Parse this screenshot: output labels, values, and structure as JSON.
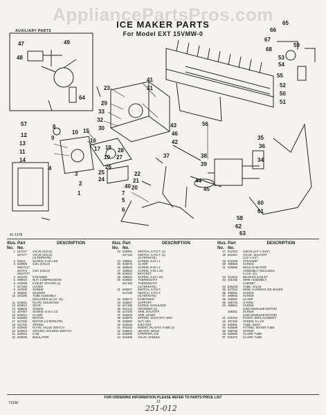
{
  "watermark": "AppliancePartsPros.com",
  "header": {
    "title": "ICE MAKER PARTS",
    "subtitle": "For Model EXT 15VMW-0"
  },
  "aux_label": "AUXILIARY PARTS",
  "diagram_code": "41 1378",
  "callouts": [
    "47",
    "49",
    "48",
    "64",
    "65",
    "66",
    "67",
    "68",
    "59",
    "53",
    "54",
    "55",
    "52",
    "50",
    "51",
    "23",
    "41",
    "31",
    "29",
    "33",
    "32",
    "30",
    "57",
    "12",
    "13",
    "11",
    "14",
    "15",
    "8",
    "9",
    "10",
    "16",
    "17",
    "4",
    "3",
    "2",
    "1",
    "18",
    "19",
    "43",
    "56",
    "46",
    "42",
    "28",
    "27",
    "26",
    "25",
    "24",
    "22",
    "21",
    "20",
    "38",
    "39",
    "37",
    "44",
    "45",
    "35",
    "36",
    "34",
    "40",
    "7",
    "5",
    "6",
    "60",
    "61",
    "58",
    "62",
    "63"
  ],
  "parts_header": {
    "illus": "Illus. No.",
    "part": "Part No.",
    "description": "DESCRIPTION"
  },
  "columns": [
    [
      [
        "1",
        "627217",
        "VALVE (SOLO)"
      ],
      [
        "",
        "627277",
        "VALVE (SOLO)"
      ],
      [
        "",
        "",
        "(ALTERNATE)"
      ],
      [
        "2",
        "99314",
        "SCREW, 8-18 x 5/8"
      ],
      [
        "3",
        "625989",
        "COIL (SOLO)"
      ],
      [
        "",
        "W627217",
        ""
      ],
      [
        "",
        "627374",
        "COIL (SOLO)"
      ],
      [
        "",
        "W627277",
        ""
      ],
      [
        "4",
        "343425",
        "STRAINER"
      ],
      [
        "5",
        "488810",
        "NUT, COMPRESSION"
      ],
      [
        "6",
        "310936",
        "EYELET SPACER (2)"
      ],
      [
        "7",
        "627293",
        "COVER"
      ],
      [
        "8",
        "187558",
        "SCREW"
      ],
      [
        "9",
        "488592",
        "WASHER"
      ],
      [
        "10",
        "320296",
        "TUBE ASSEMBLY"
      ],
      [
        "",
        "",
        "(INCLUDES ILLUS. 16)"
      ],
      [
        "11",
        "625651",
        "PLATE, MOUNTING"
      ],
      [
        "12",
        "625914",
        "GEAR"
      ],
      [
        "13",
        "488828",
        "SCREW"
      ],
      [
        "14",
        "487557",
        "SCREW, 8-18 x 1/2"
      ],
      [
        "15",
        "625914",
        "CLAMP"
      ],
      [
        "16",
        "625690",
        "MOTOR"
      ],
      [
        "17",
        "627296",
        "MOTOR (ALTERNATE)"
      ],
      [
        "18",
        "321760",
        "SPRING"
      ],
      [
        "19",
        "625656",
        "PLATE, VALVE SWITCH"
      ],
      [
        "20",
        "625904",
        "SPACER, HOLDING SWITCH"
      ],
      [
        "21",
        "625913",
        "CAM"
      ],
      [
        "22",
        "625835",
        "INSULATOR"
      ]
    ],
    [
      [
        "23",
        "625851",
        "SWITCH, S.P.D.T. (2)"
      ],
      [
        "",
        "627129",
        "SWITCH, S.P.D.T. (2)"
      ],
      [
        "",
        "",
        "(ALTERNATE)"
      ],
      [
        "24",
        "488561",
        "SCREW, 4-40 x 1"
      ],
      [
        "25",
        "625875",
        "CLAMP"
      ],
      [
        "26",
        "488532",
        "SCREW, 8-32 x 1"
      ],
      [
        "27",
        "488562",
        "SCREW, 4-40 x 3/4"
      ],
      [
        "28",
        "625910",
        "BRACKET"
      ],
      [
        "29",
        "488563",
        "SCREW, 4-24 x 3/4"
      ],
      [
        "30",
        "625884",
        "THERMOSTAT"
      ],
      [
        "",
        "627183",
        "THERMOSTAT"
      ],
      [
        "",
        "",
        "(ALTERNATE)"
      ],
      [
        "31",
        "625947",
        "SWITCH, S.P.S.T."
      ],
      [
        "",
        "627238",
        "SWITCH, S.P.S.T."
      ],
      [
        "",
        "",
        "(ALTERNATE)"
      ],
      [
        "32",
        "836074",
        "DAMPENER"
      ],
      [
        "33",
        "625837",
        "SUPPORT"
      ],
      [
        "34",
        "627489",
        "SCREW, SHOULDER"
      ],
      [
        "35",
        "510123",
        "GROMMET (2)"
      ],
      [
        "36",
        "627000",
        "ARM, SHUTOFF"
      ],
      [
        "37",
        "625830",
        "ARM, LEVER"
      ],
      [
        "38",
        "625876",
        "SPRING, SHUT-OFF ARM"
      ],
      [
        "39",
        "625850",
        "NUT, HEX"
      ],
      [
        "40",
        "625626",
        "EJECTOR"
      ],
      [
        "41",
        "651543",
        "INSERT, PLASTIC TUBE (2)"
      ],
      [
        "42",
        "625843",
        "HEATER, MOLD"
      ],
      [
        "43",
        "625996",
        "STRIPPER, ICE"
      ],
      [
        "44",
        "841886",
        "VALVE, SADDLE"
      ]
    ],
    [
      [
        "47",
        "512303",
        "UNION (1/4\" x 3/16\")"
      ],
      [
        "48",
        "841857",
        "VALVE, SHUTOFF"
      ],
      [
        "",
        "",
        "(1/4\" x 1/4\")"
      ],
      [
        "49",
        "833165",
        "STRAINER"
      ],
      [
        "50",
        "488666",
        "SCREW"
      ],
      [
        "51",
        "625886",
        "MOLD & HEATER"
      ],
      [
        "",
        "",
        "ASSEMBLY (INCLUDES"
      ],
      [
        "",
        "",
        "ILLUS. 42)"
      ],
      [
        "52",
        "344204",
        "BEARING & INLET"
      ],
      [
        "53",
        "481496",
        "WIRE ASSEMBLY,"
      ],
      [
        "",
        "",
        "CABINET"
      ],
      [
        "54",
        "82620D",
        "TUBE, VALVE"
      ],
      [
        "55",
        "627816",
        "WIRE, HARNESS ICE MAKER"
      ],
      [
        "56",
        "488552",
        "SCREW"
      ],
      [
        "57",
        "488665",
        "SCREW"
      ],
      [
        "58",
        "488682",
        "CLAMP"
      ],
      [
        "59",
        "488794",
        "O-RING"
      ],
      [
        "60",
        "488652",
        "SCREW"
      ],
      [
        "",
        "",
        "(USE W8251106 MOTOR)"
      ],
      [
        "",
        "488361",
        "SCREW"
      ],
      [
        "",
        "",
        "(USE W8251106 MOTOR)"
      ],
      [
        "61",
        "625764",
        "FILTER, REPLACEMENT"
      ],
      [
        "62",
        "487435",
        "SCREW, 8 x 3/4"
      ],
      [
        "63",
        "836991",
        "TUBE, INLET"
      ],
      [
        "64",
        "825889",
        "FITTING, WATER TUBE"
      ],
      [
        "65",
        "488756",
        "SCREW"
      ],
      [
        "66",
        "836009",
        "CLAMP, TUBE"
      ],
      [
        "67",
        "836472",
        "CLAMP, TUBE"
      ]
    ]
  ],
  "footer": "FOR ORDERING INFORMATION PLEASE REFER TO PARTS PRICE LIST",
  "page_number": "12",
  "left_code": "71338",
  "handwritten": "251-012"
}
